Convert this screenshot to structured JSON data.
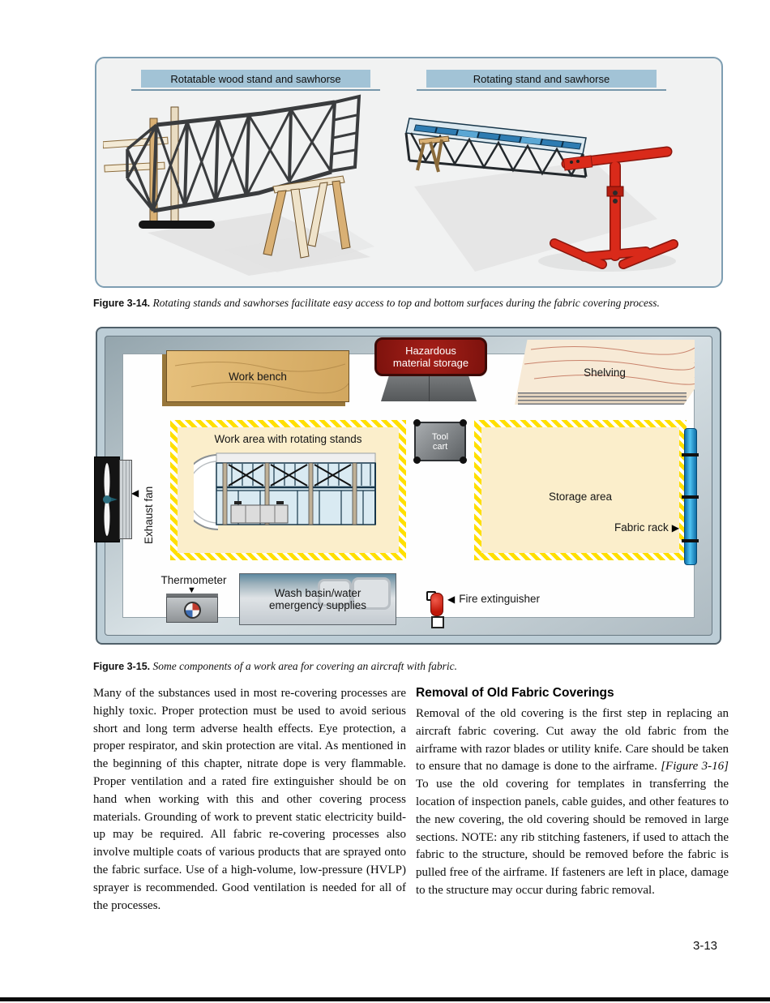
{
  "figure_3_14": {
    "left_label": "Rotatable wood stand and sawhorse",
    "right_label": "Rotating stand and sawhorse",
    "caption_label": "Figure 3-14.",
    "caption_text": "Rotating stands and sawhorses facilitate easy access to top and bottom surfaces during the fabric covering process."
  },
  "figure_3_15": {
    "caption_label": "Figure 3-15.",
    "caption_text": "Some components of a work area for covering an aircraft with fabric.",
    "labels": {
      "work_bench": "Work bench",
      "hazardous_line1": "Hazardous",
      "hazardous_line2": "material storage",
      "shelving": "Shelving",
      "tool_cart_line1": "Tool",
      "tool_cart_line2": "cart",
      "work_area": "Work area with rotating stands",
      "storage_area": "Storage area",
      "fabric_rack": "Fabric rack",
      "exhaust_fan": "Exhaust fan",
      "thermometer": "Thermometer",
      "wash_basin_line1": "Wash basin/water",
      "wash_basin_line2": "emergency supplies",
      "fire_extinguisher": "Fire extinguisher"
    }
  },
  "body_text": {
    "left_paragraph": "Many of the substances used in most re-covering processes are highly toxic. Proper protection must be used to avoid serious short and long term adverse health effects. Eye protection, a proper respirator, and skin protection are vital. As mentioned in the beginning of this chapter, nitrate dope is very flammable. Proper ventilation and a rated fire extinguisher should be on hand when working with this and other covering process materials. Grounding of work to prevent static electricity build-up may be required. All fabric re-covering processes also involve multiple coats of various products that are sprayed onto the fabric surface. Use of a high-volume, low-pressure (HVLP) sprayer is recommended. Good ventilation is needed for all of the processes.",
    "right_heading": "Removal of Old Fabric Coverings",
    "right_paragraph_before": "Removal of the old covering is the first step in replacing an aircraft fabric covering. Cut away the old fabric from the airframe with razor blades or utility knife. Care should be taken to ensure that no damage is done to the airframe. ",
    "right_figure_ref": "[Figure 3-16]",
    "right_paragraph_after": " To use the old covering for templates in transferring the location of inspection panels, cable guides, and other features to the new covering, the old covering should be removed in large sections. NOTE: any rib stitching fasteners, if used to attach the fabric to the structure, should be removed before the fabric is pulled free of the airframe. If fasteners are left in place, damage to the structure may occur during fabric removal."
  },
  "icons": {
    "arrow_left": "◀",
    "arrow_right": "▶",
    "arrow_down": "▼"
  },
  "page_footer": {
    "page_number": "3-13"
  },
  "colors": {
    "figure_label_bar": "#a2c3d6",
    "hazard_stripe_yellow": "#ffdf00",
    "work_area_fill": "#fbeecb",
    "hazmat_sign_red": "#8c1713",
    "fabric_rack_blue": "#2aa4dc",
    "rotating_stand_red": "#d92a1a",
    "wall_gray": "#bccdd6"
  }
}
